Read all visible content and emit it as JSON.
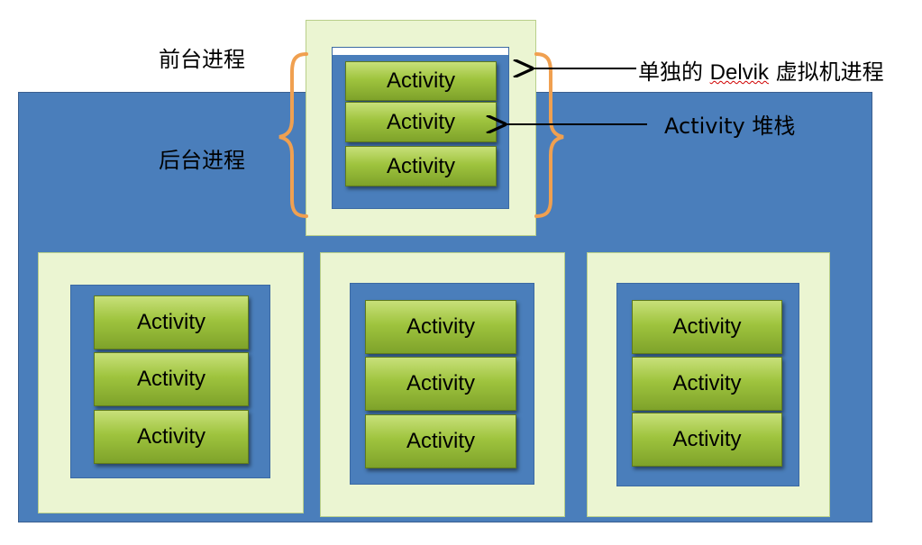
{
  "labels": {
    "foreground_process": "前台进程",
    "background_process": "后台进程",
    "dalvik_prefix": "单独的 ",
    "dalvik_word": "Delvik",
    "dalvik_suffix": " 虚拟机进程",
    "activity_stack": "Activity 堆栈"
  },
  "activity_label": "Activity",
  "colors": {
    "background_blue": "#4a7ebb",
    "process_frame": "#ebf5d2",
    "activity_green": "#9fc43e",
    "brace_orange": "#f0a050",
    "arrow": "#000000"
  },
  "processes": [
    {
      "role": "foreground",
      "activities": [
        "Activity",
        "Activity",
        "Activity"
      ]
    },
    {
      "role": "background",
      "activities": [
        "Activity",
        "Activity",
        "Activity"
      ]
    },
    {
      "role": "background",
      "activities": [
        "Activity",
        "Activity",
        "Activity"
      ]
    },
    {
      "role": "background",
      "activities": [
        "Activity",
        "Activity",
        "Activity"
      ]
    }
  ]
}
